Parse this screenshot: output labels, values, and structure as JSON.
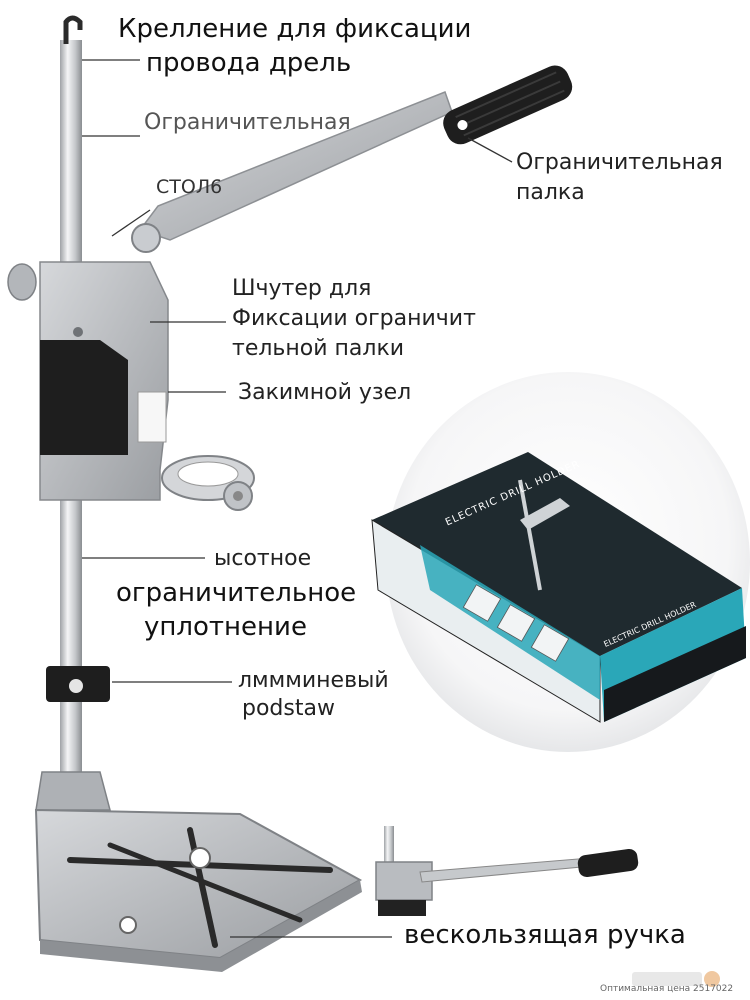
{
  "labels": {
    "cable_clamp_line1": "Крелление для фиксации",
    "cable_clamp_line2": "провода дрель",
    "limiter": "Ограничительная",
    "column": "СТОЛ6",
    "limiter_rod_line1": "Ограничительная",
    "limiter_rod_line2": "палка",
    "screw_line1": "Шчутер для",
    "screw_line2": "Фиксации ограничит",
    "screw_line3": "тельной палки",
    "clamp_unit": "Закимной узел",
    "height_seal_line1": "ысотное",
    "height_seal_line2": "ограничительное",
    "height_seal_line3": "уплотнение",
    "aluminum_base_line1": "лммминевый",
    "aluminum_base_line2": "podstaw",
    "non_slip_handle": "вескользящая ручка"
  },
  "box_text": {
    "side_title": "ELECTRIC DRILL HOLDER",
    "front_title": "ELECTRIC DRILL HOLDER"
  },
  "footer": {
    "watermark": "Оптимальная цена 2517022"
  },
  "colors": {
    "metal": "#b9bcc0",
    "metal_dark": "#8d9094",
    "chrome": "#e6e7e9",
    "black_part": "#1e1e1e",
    "box_teal": "#2aa7b8",
    "box_dark": "#16191c",
    "leader_line": "#333333"
  }
}
